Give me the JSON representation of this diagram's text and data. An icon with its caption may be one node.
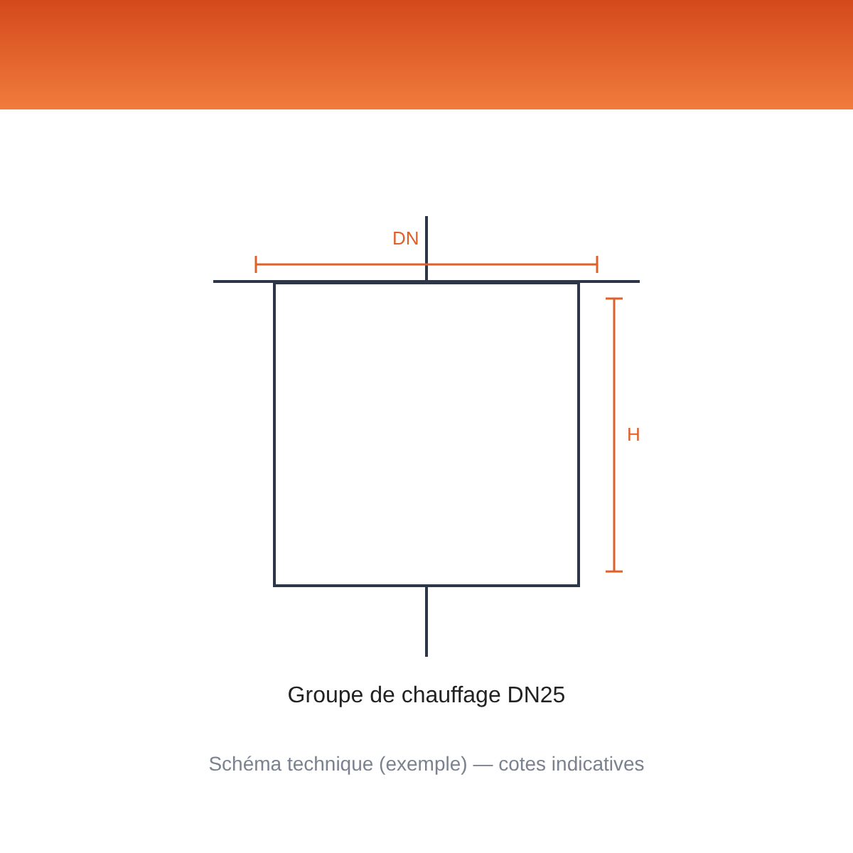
{
  "diagram": {
    "title": "Groupe de chauffage DN25",
    "caption": "Schéma technique (exemple) — cotes indicatives",
    "nodes": [
      {
        "text": [],
        "shape": "box"
      }
    ],
    "labels": [
      "DN",
      "H"
    ]
  }
}
